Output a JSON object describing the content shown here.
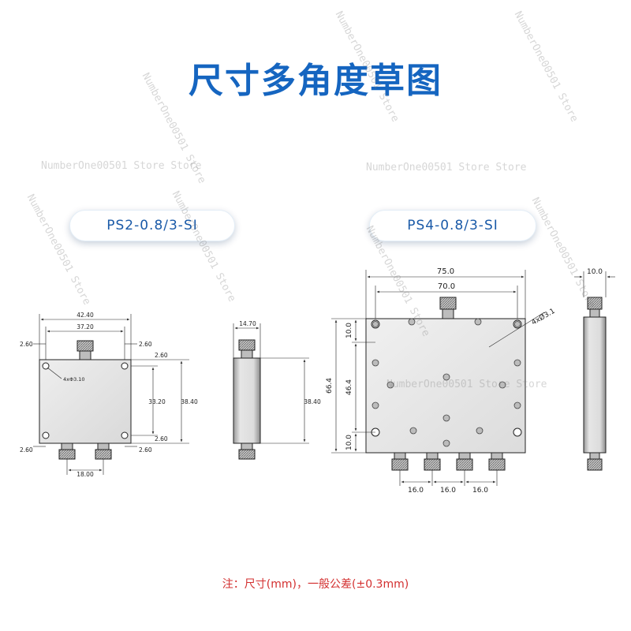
{
  "title": "尺寸多角度草图",
  "colors": {
    "title": "#1565c0",
    "pill_text": "#1a5aa8",
    "note": "#d32f2f",
    "body_fill": "#e4e4e4",
    "line": "#222222"
  },
  "models": [
    {
      "label": "PS2-0.8/3-SI"
    },
    {
      "label": "PS4-0.8/3-SI"
    }
  ],
  "ps2": {
    "dims": {
      "width_outer": "42.40",
      "width_hole": "37.20",
      "margin_left": "2.60",
      "margin_right": "2.60",
      "hole_note": "4xΦ3.10",
      "top_offset": "2.60",
      "height_hole": "33.20",
      "height_outer": "38.40",
      "bottom_offset": "2.60",
      "bottom_left": "2.60",
      "bottom_right": "2.60",
      "port_spacing": "18.00",
      "side_width": "14.70",
      "side_height": "38.40"
    }
  },
  "ps4": {
    "dims": {
      "width_outer": "75.0",
      "width_hole": "70.0",
      "hole_note": "4xØ3.1",
      "height_top": "10.0",
      "height_mid": "46.4",
      "height_total": "66.4",
      "height_bottom": "10.0",
      "port_spacing_1": "16.0",
      "port_spacing_2": "16.0",
      "port_spacing_3": "16.0",
      "side_width": "10.0"
    }
  },
  "note": "注：尺寸(mm)，一般公差(±0.3mm)",
  "watermarks": [
    "NumberOne00501 Store Store",
    "NumberOne00501 Store Store",
    "NumberOne00501 Store Store",
    "NumberOne00501 Store",
    "NumberOne00501 Store",
    "NumberOne00501 Store",
    "NumberOne00501 Store",
    "NumberOne00501 Store",
    "NumberOne00501 Store",
    "NumberOne00501 Store"
  ]
}
